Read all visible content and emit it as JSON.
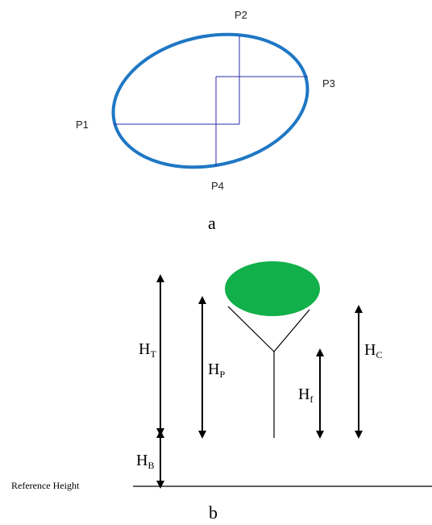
{
  "panel_a": {
    "caption": "a",
    "points": {
      "p1": "P1",
      "p2": "P2",
      "p3": "P3",
      "p4": "P4"
    },
    "colors": {
      "ellipse": "#1f77c4",
      "lines": "#2b2ba8"
    }
  },
  "panel_b": {
    "caption": "b",
    "reference_label": "Reference Height",
    "labels": {
      "ht": {
        "main": "H",
        "sub": "T"
      },
      "hp": {
        "main": "H",
        "sub": "P"
      },
      "hf": {
        "main": "H",
        "sub": "f"
      },
      "hc": {
        "main": "H",
        "sub": "C"
      },
      "hb": {
        "main": "H",
        "sub": "B"
      }
    },
    "colors": {
      "crown": "#12b04a",
      "lines": "#000000"
    }
  }
}
